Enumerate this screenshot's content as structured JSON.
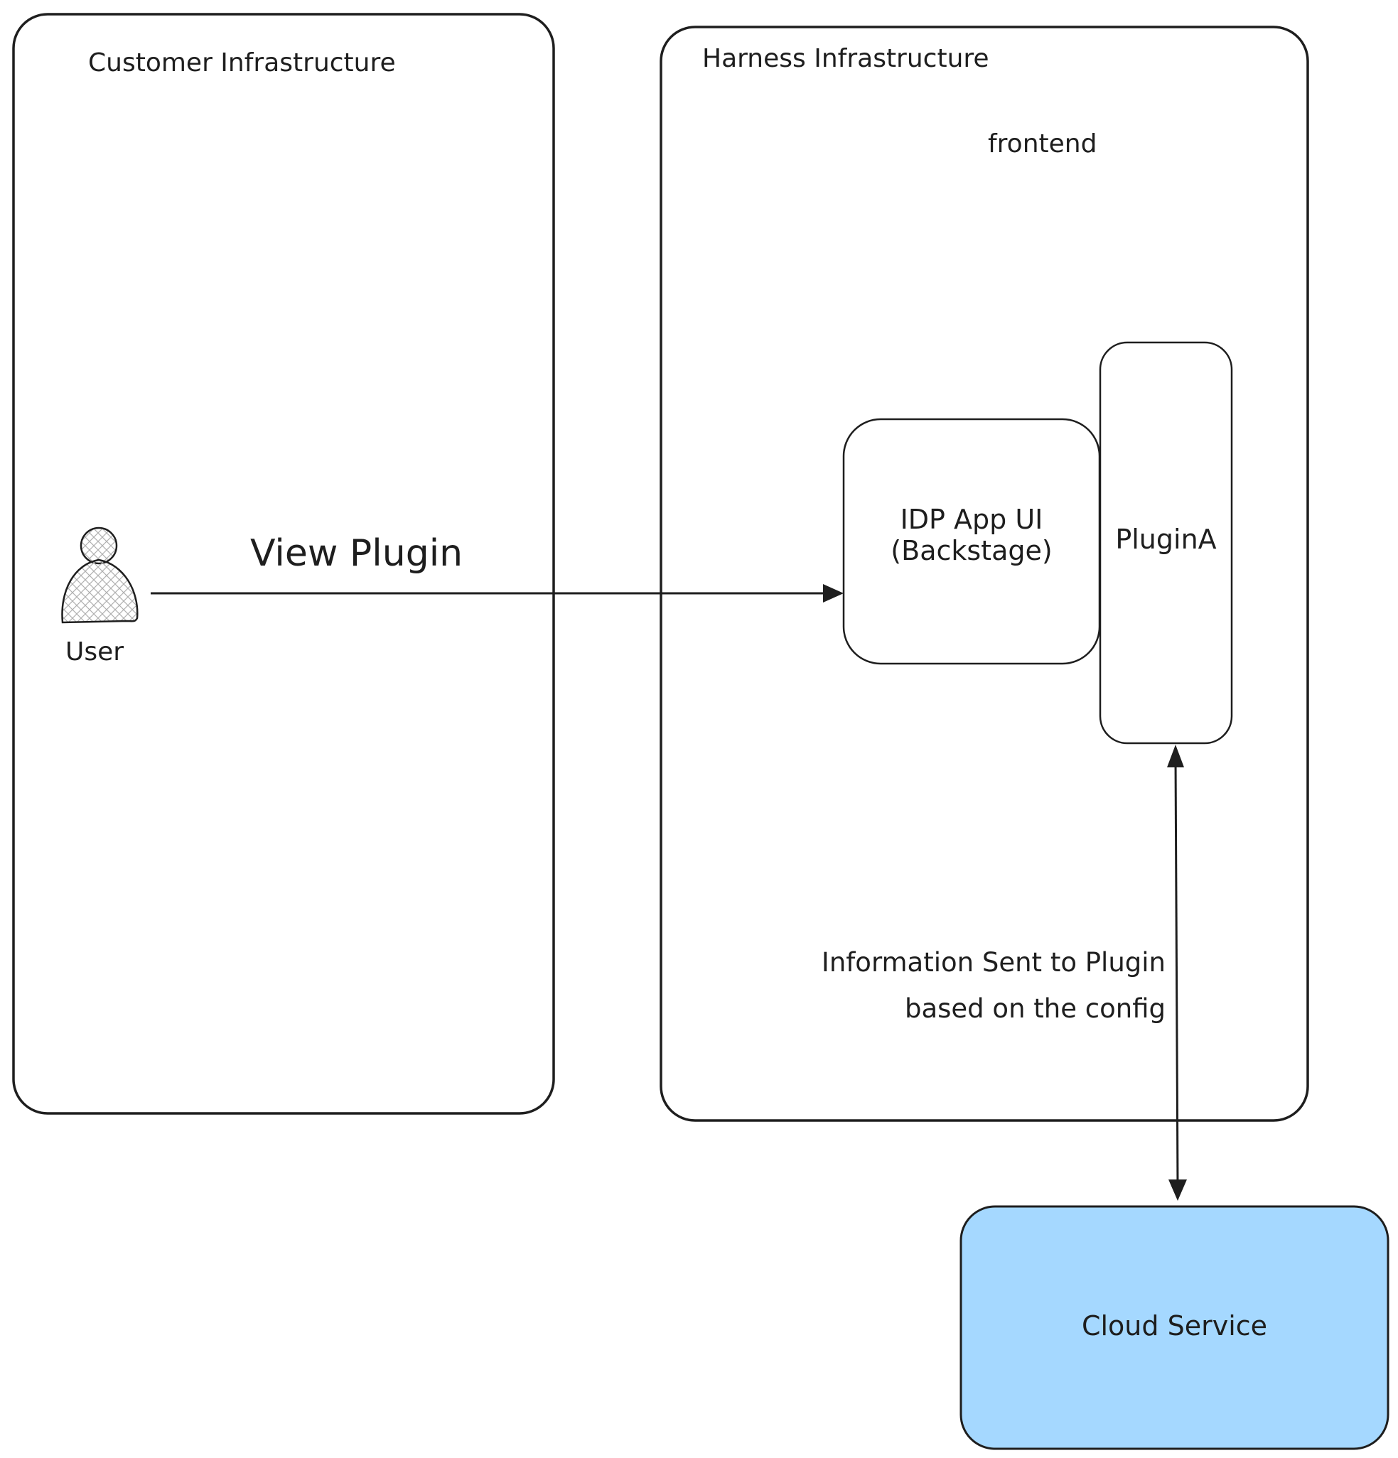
{
  "zones": {
    "customer": {
      "title": "Customer Infrastructure"
    },
    "harness": {
      "title": "Harness Infrastructure",
      "subtitle": "frontend"
    }
  },
  "actor": {
    "label": "User"
  },
  "nodes": {
    "idp_app": {
      "line1": "IDP App UI",
      "line2": "(Backstage)"
    },
    "plugin": {
      "label": "PluginA"
    },
    "cloud": {
      "label": "Cloud Service",
      "fill": "#a5d8ff"
    }
  },
  "edges": {
    "view_plugin": {
      "label": "View Plugin"
    },
    "plugin_cloud": {
      "line1": "Information Sent to Plugin",
      "line2": "based on the config"
    }
  },
  "colors": {
    "stroke": "#1e1e1e",
    "background": "#ffffff"
  }
}
